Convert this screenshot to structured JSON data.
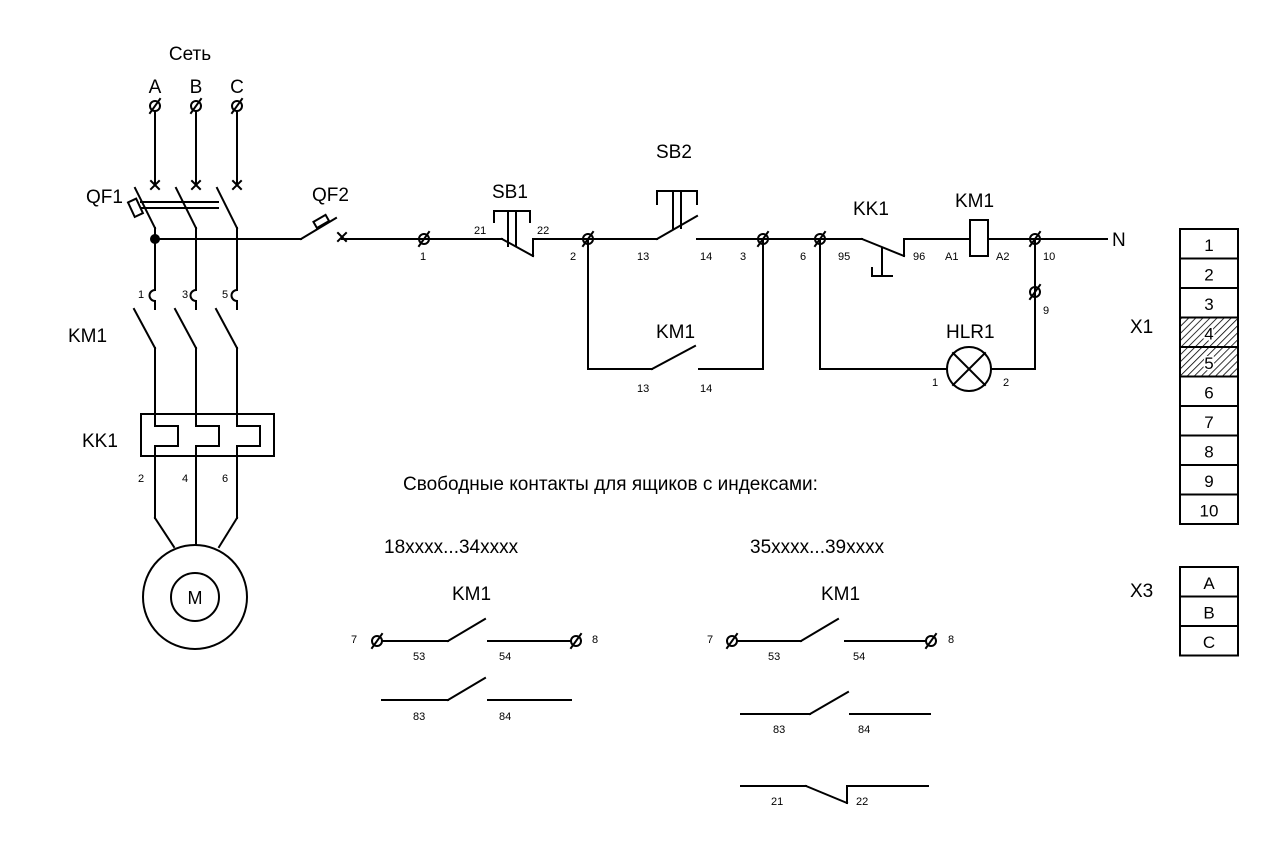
{
  "network": {
    "title": "Сеть",
    "phases": [
      "A",
      "B",
      "C"
    ]
  },
  "power": {
    "qf1": "QF1",
    "km1": "KM1",
    "kk1": "KK1",
    "motor": "M",
    "top_terms": [
      "1",
      "3",
      "5"
    ],
    "bottom_terms": [
      "2",
      "4",
      "6"
    ]
  },
  "control": {
    "qf2": "QF2",
    "sb1": "SB1",
    "sb2": "SB2",
    "km1": "KM1",
    "kk1": "KK1",
    "km1_coil": "KM1",
    "hlr1": "HLR1",
    "neutral": "N",
    "nodes": {
      "n1": "1",
      "n2": "2",
      "n3": "3",
      "n6": "6",
      "n10": "10",
      "n9": "9"
    },
    "pins": {
      "sb1_a": "21",
      "sb1_b": "22",
      "sb2_a": "13",
      "sb2_b": "14",
      "km1_a": "13",
      "km1_b": "14",
      "kk1_a": "95",
      "kk1_b": "96",
      "coil_a": "A1",
      "coil_b": "A2",
      "lamp_a": "1",
      "lamp_b": "2"
    }
  },
  "free_contacts": {
    "title": "Свободные контакты для ящиков с индексами:",
    "left": {
      "range": "18xxxx...34xxxx",
      "device": "KM1",
      "t1": "7",
      "t2": "8",
      "c1a": "53",
      "c1b": "54",
      "c2a": "83",
      "c2b": "84"
    },
    "right": {
      "range": "35xxxx...39xxxx",
      "device": "KM1",
      "t1": "7",
      "t2": "8",
      "c1a": "53",
      "c1b": "54",
      "c2a": "83",
      "c2b": "84",
      "c3a": "21",
      "c3b": "22"
    }
  },
  "terminals": {
    "x1_label": "X1",
    "x1": [
      "1",
      "2",
      "3",
      "4",
      "5",
      "6",
      "7",
      "8",
      "9",
      "10"
    ],
    "x1_hatched": [
      "4",
      "5"
    ],
    "x3_label": "X3",
    "x3": [
      "A",
      "B",
      "C"
    ]
  }
}
